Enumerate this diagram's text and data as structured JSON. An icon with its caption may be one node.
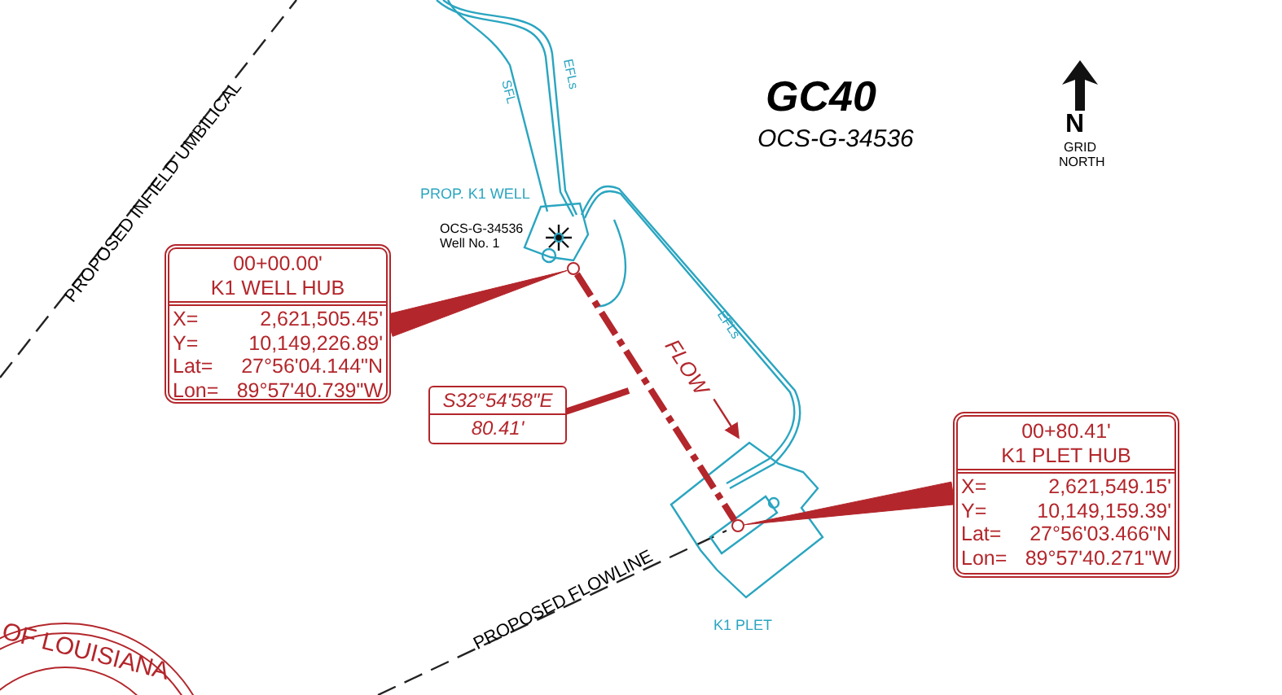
{
  "diagram": {
    "title": "GC40",
    "nodes": [
      {
        "text": [
          "00+00.00'",
          "K1 WELL HUB",
          "X=",
          "2,621,505.45'",
          "Y=",
          "10,149,226.89'",
          "Lat=",
          "27°56'04.144\"N",
          "Lon=",
          "89°57'40.739\"W"
        ]
      },
      {
        "text": [],
        "shape": "circle"
      },
      {
        "text": [
          "S32°54'58\"E",
          "80.41'"
        ]
      },
      {
        "text": [
          "00+80.41'",
          "K1 PLET HUB",
          "X=",
          "2,621,549.15'",
          "Y=",
          "10,149,159.39'",
          "Lat=",
          "27°56'03.466\"N",
          "Lon=",
          "89°57'40.271\"W"
        ]
      },
      {
        "text": [],
        "shape": "circle"
      }
    ],
    "edges": [
      {
        "from": 0,
        "to": 1,
        "arrow": "none"
      },
      {
        "from": 2,
        "to": null,
        "arrow": "none"
      },
      {
        "from": 3,
        "to": 4,
        "arrow": "none"
      },
      {
        "from": 1,
        "to": 4,
        "arrow": "none",
        "style": "dashed",
        "label": "FLOW"
      }
    ],
    "labels": [
      "OCS-G-34536",
      "N",
      "GRID NORTH",
      "PROPOSED INFIELD UMBILICAL",
      "SFL",
      "EFLs",
      "PROP. K1 WELL",
      "OCS-G-34536",
      "Well No. 1",
      "EFLs",
      "K1 PLET",
      "PROPOSED FLOWLINE",
      "OF LOUISIANA"
    ]
  }
}
